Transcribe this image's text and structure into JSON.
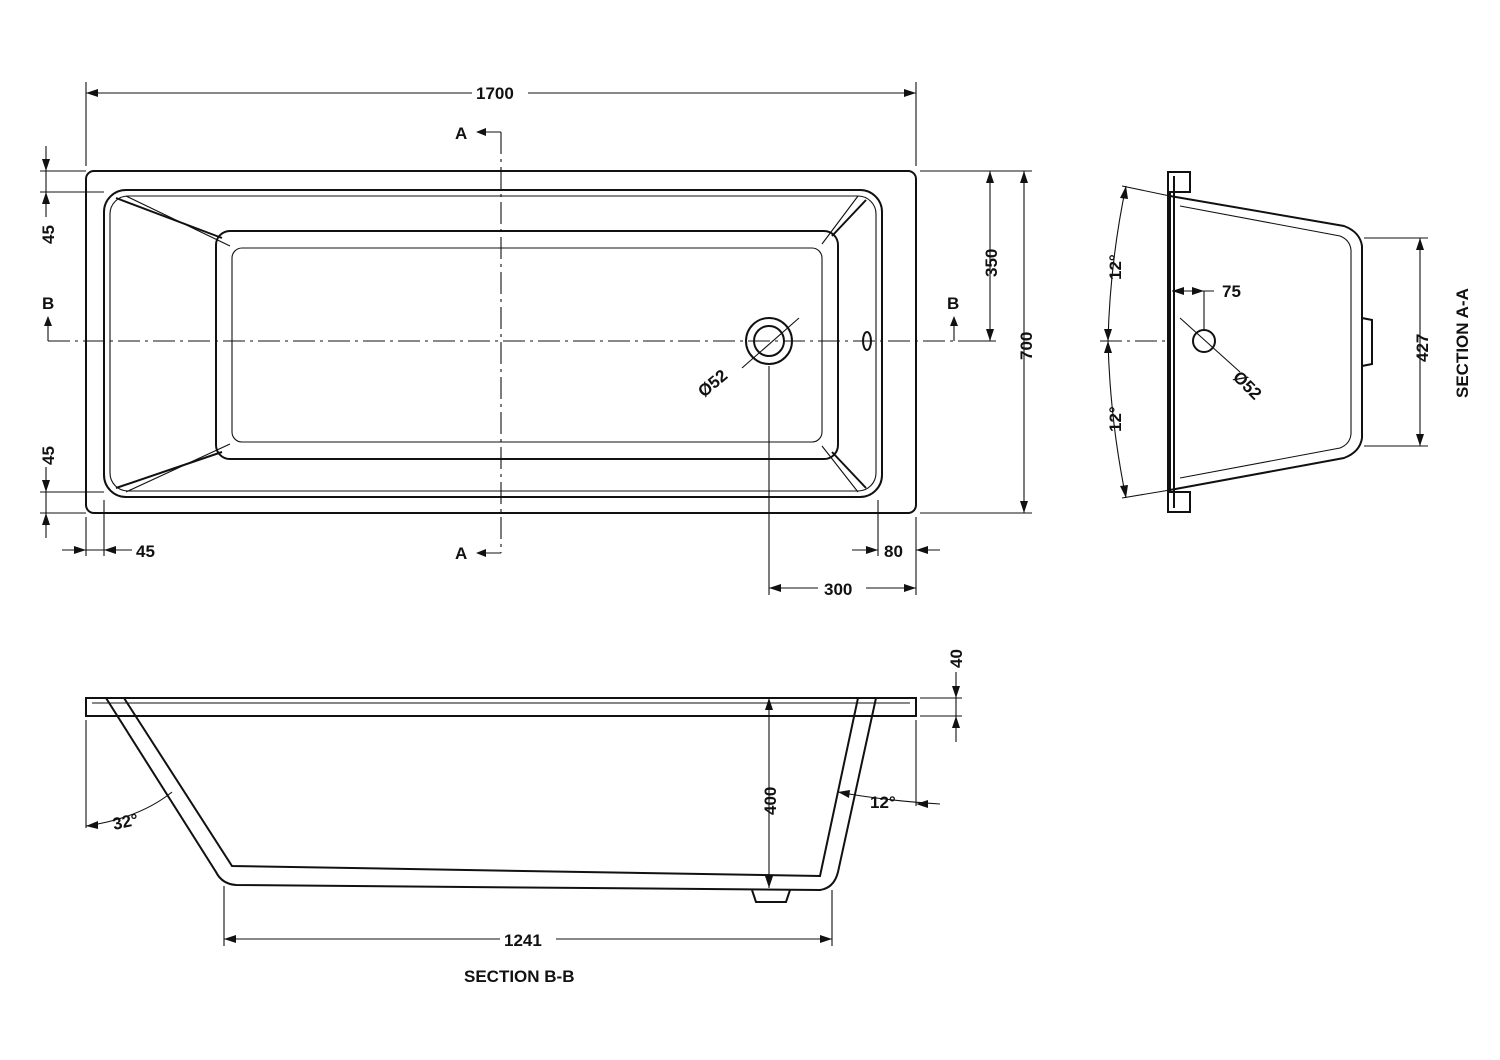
{
  "plan_view": {
    "overall_length": "1700",
    "overall_width": "700",
    "half_width": "350",
    "rim_top": "45",
    "rim_bottom": "45",
    "rim_left": "45",
    "rim_right": "80",
    "waste_offset": "300",
    "waste_diameter": "Ø52",
    "section_a_mark_top": "A",
    "section_a_mark_bottom": "A",
    "section_b_mark_left": "B",
    "section_b_mark_right": "B"
  },
  "section_aa": {
    "title": "SECTION A-A",
    "angle_top": "12°",
    "angle_bottom": "12°",
    "waste_offset": "75",
    "waste_diameter": "Ø52",
    "base_width": "427"
  },
  "section_bb": {
    "title": "SECTION B-B",
    "rim_thickness": "40",
    "depth": "400",
    "angle_left": "32°",
    "angle_right": "12°",
    "base_length": "1241"
  }
}
